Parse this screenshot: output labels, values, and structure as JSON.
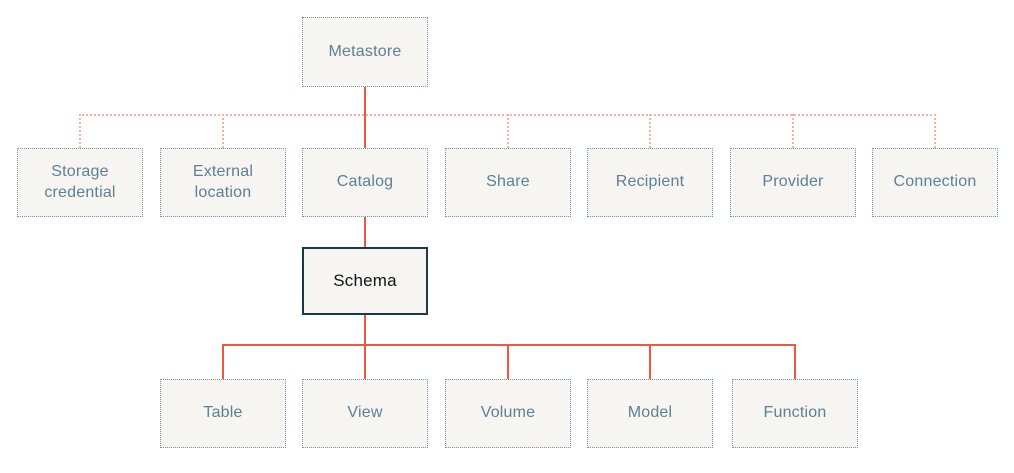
{
  "colors": {
    "canvas-bg": "#ffffff",
    "node-bg": "#f6f5f1",
    "node-border": "#7494a6",
    "node-text": "#5d8096",
    "accent-solid": "#f2563c",
    "accent-dotted": "#f8b0a1",
    "schema-border": "#16394b",
    "schema-text": "#0c1519"
  },
  "nodes": {
    "metastore": {
      "label": "Metastore"
    },
    "storage_credential": {
      "label": "Storage credential"
    },
    "external_location": {
      "label": "External location"
    },
    "catalog": {
      "label": "Catalog"
    },
    "share": {
      "label": "Share"
    },
    "recipient": {
      "label": "Recipient"
    },
    "provider": {
      "label": "Provider"
    },
    "connection": {
      "label": "Connection"
    },
    "schema": {
      "label": "Schema"
    },
    "table": {
      "label": "Table"
    },
    "view": {
      "label": "View"
    },
    "volume": {
      "label": "Volume"
    },
    "model": {
      "label": "Model"
    },
    "function": {
      "label": "Function"
    }
  },
  "edges": [
    {
      "from": "metastore",
      "to": "storage_credential",
      "style": "dotted"
    },
    {
      "from": "metastore",
      "to": "external_location",
      "style": "dotted"
    },
    {
      "from": "metastore",
      "to": "catalog",
      "style": "solid"
    },
    {
      "from": "metastore",
      "to": "share",
      "style": "dotted"
    },
    {
      "from": "metastore",
      "to": "recipient",
      "style": "dotted"
    },
    {
      "from": "metastore",
      "to": "provider",
      "style": "dotted"
    },
    {
      "from": "metastore",
      "to": "connection",
      "style": "dotted"
    },
    {
      "from": "catalog",
      "to": "schema",
      "style": "solid"
    },
    {
      "from": "schema",
      "to": "table",
      "style": "solid"
    },
    {
      "from": "schema",
      "to": "view",
      "style": "solid"
    },
    {
      "from": "schema",
      "to": "volume",
      "style": "solid"
    },
    {
      "from": "schema",
      "to": "model",
      "style": "solid"
    },
    {
      "from": "schema",
      "to": "function",
      "style": "solid"
    }
  ]
}
